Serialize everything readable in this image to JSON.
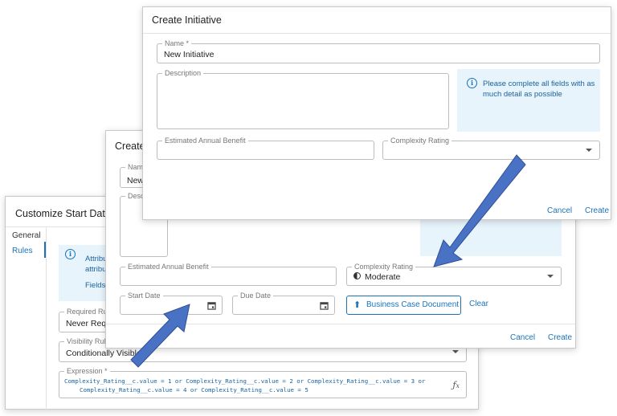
{
  "back_dialog": {
    "title": "Customize Start Date",
    "nav": [
      "General",
      "Rules"
    ],
    "info": {
      "line1": "Attribu",
      "line2": "attribu",
      "line3": "Fields"
    },
    "required_rule": {
      "label": "Required Rul",
      "value": "Never Requ"
    },
    "visibility_rule": {
      "label": "Visibility Rule",
      "value": "Conditionally Visible"
    },
    "expression": {
      "label": "Expression *",
      "line1": "Complexity_Rating__c.value = 1 or Complexity_Rating__c.value = 2 or Complexity_Rating__c.value = 3 or",
      "line2": "Complexity_Rating__c.value = 4 or Complexity_Rating__c.value = 5",
      "fx_icon": "fx-icon"
    }
  },
  "middle_dialog": {
    "title": "Create",
    "name_label": "Name",
    "name_value": "New",
    "description_label": "Desc",
    "estimated_benefit_label": "Estimated Annual Benefit",
    "complexity_label": "Complexity Rating",
    "complexity_value": "Moderate",
    "complexity_icon": "half-circle-icon",
    "start_date_label": "Start Date",
    "due_date_label": "Due Date",
    "upload_button": "Business Case Document",
    "clear_label": "Clear",
    "cancel_label": "Cancel",
    "create_label": "Create"
  },
  "front_dialog": {
    "title": "Create Initiative",
    "name_label": "Name *",
    "name_value": "New Initiative",
    "description_label": "Description",
    "info_text": "Please complete all fields with as much detail as possible",
    "estimated_benefit_label": "Estimated Annual Benefit",
    "complexity_label": "Complexity Rating",
    "complexity_value": "",
    "cancel_label": "Cancel",
    "create_label": "Create"
  },
  "colors": {
    "accent": "#1a73b8",
    "info_bg": "#e7f4fb",
    "arrow": "#4a72c4"
  }
}
